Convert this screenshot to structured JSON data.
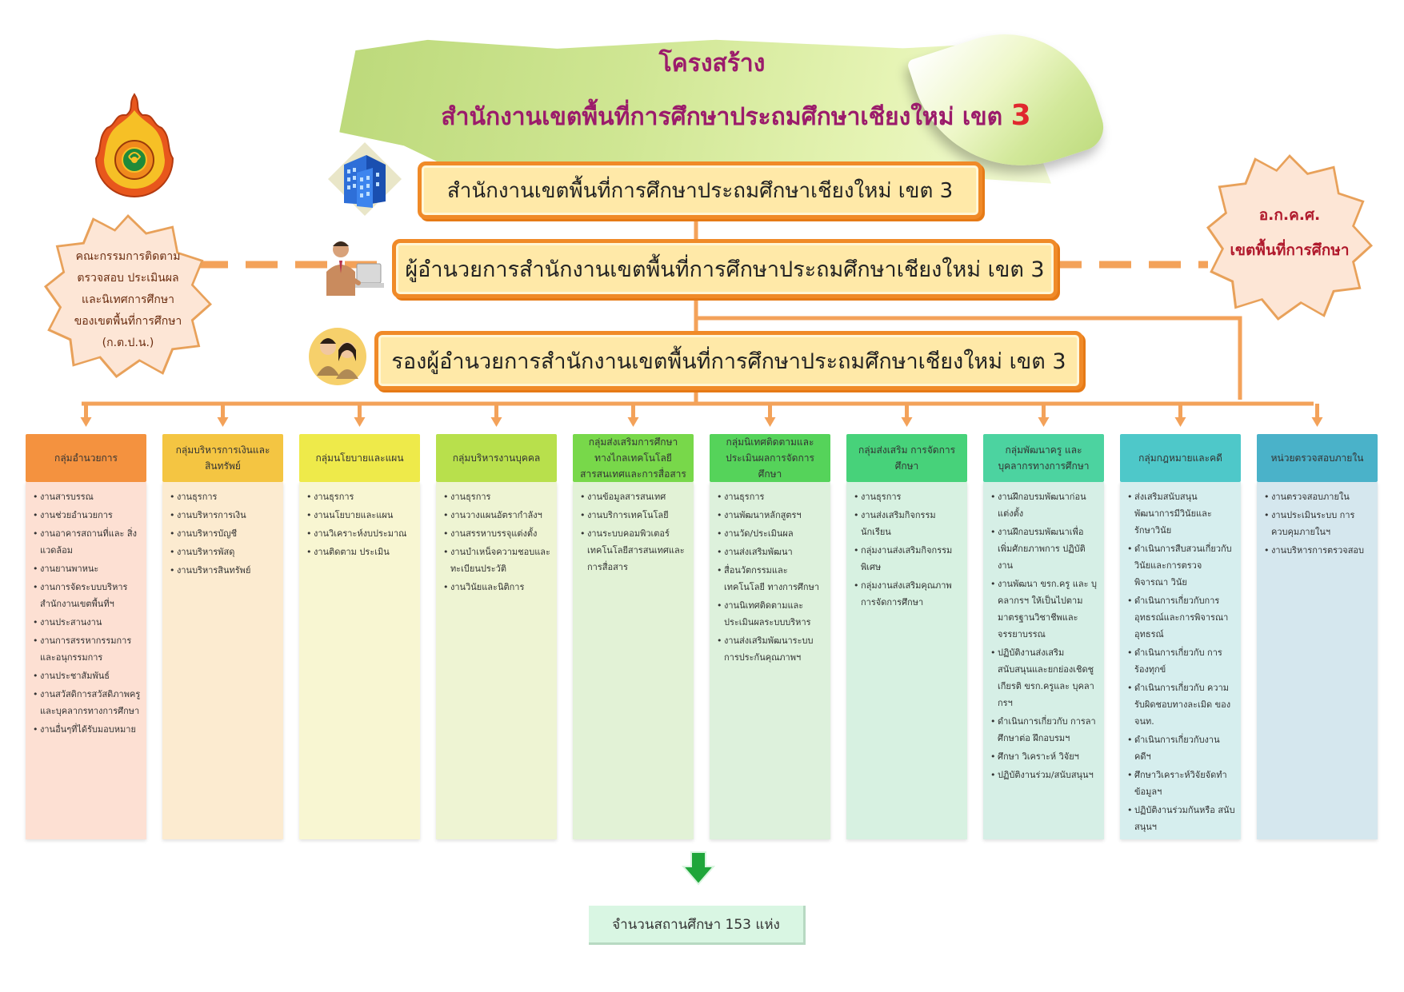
{
  "title": {
    "line1": "โครงสร้าง",
    "line2_text": "สำนักงานเขตพื้นที่การศึกษาประถมศึกษาเชียงใหม่ เขต ",
    "line2_num": "3"
  },
  "office": "สำนักงานเขตพื้นที่การศึกษาประถมศึกษาเชียงใหม่ เขต 3",
  "director": "ผู้อำนวยการสำนักงานเขตพื้นที่การศึกษาประถมศึกษาเชียงใหม่ เขต 3",
  "deputy": "รองผู้อำนวยการสำนักงานเขตพื้นที่การศึกษาประถมศึกษาเชียงใหม่ เขต 3",
  "left_committee": [
    "คณะกรรมการติดตาม",
    "ตรวจสอบ ประเมินผล",
    "และนิเทศการศึกษา",
    "ของเขตพื้นที่การศึกษา",
    "(ก.ต.ป.น.)"
  ],
  "right_committee": [
    "อ.ก.ค.ศ.",
    "เขตพื้นที่การศึกษา"
  ],
  "groups": [
    {
      "header": "กลุ่มอำนวยการ",
      "header_color": "#f4923f",
      "body_color": "#fde0d3",
      "items": [
        "งานสารบรรณ",
        "งานช่วยอำนวยการ",
        "งานอาคารสถานที่และ สิ่งแวดล้อม",
        "งานยานพาหนะ",
        "งานการจัดระบบบริหาร สำนักงานเขตพื้นที่ฯ",
        "งานประสานงาน",
        "งานการสรรหากรรมการ และอนุกรรมการ",
        "งานประชาสัมพันธ์",
        "งานสวัสดิการสวัสดิภาพครู และบุคลากรทางการศึกษา",
        "งานอื่นๆที่ได้รับมอบหมาย"
      ]
    },
    {
      "header": "กลุ่มบริหารการเงินและสินทรัพย์",
      "header_color": "#f4c542",
      "body_color": "#fcebd0",
      "items": [
        "งานธุรการ",
        "งานบริหารการเงิน",
        "งานบริหารบัญชี",
        "งานบริหารพัสดุ",
        "งานบริหารสินทรัพย์"
      ]
    },
    {
      "header": "กลุ่มนโยบายและแผน",
      "header_color": "#eeea4a",
      "body_color": "#f8f6d2",
      "items": [
        "งานธุรการ",
        "งานนโยบายและแผน",
        "งานวิเคราะห์งบประมาณ",
        "งานติดตาม ประเมิน"
      ]
    },
    {
      "header": "กลุ่มบริหารงานบุคคล",
      "header_color": "#b8e04c",
      "body_color": "#eef4d3",
      "items": [
        "งานธุรการ",
        "งานวางแผนอัตรากำลังฯ",
        "งานสรรหาบรรจุแต่งตั้ง",
        "งานบำเหน็จความชอบและ ทะเบียนประวัติ",
        "งานวินัยและนิติการ"
      ]
    },
    {
      "header": "กลุ่มส่งเสริมการศึกษา ทางไกลเทคโนโลยี สารสนเทศและการสื่อสาร",
      "header_color": "#78d84a",
      "body_color": "#e2f2d6",
      "items": [
        "งานข้อมูลสารสนเทศ",
        "งานบริการเทคโนโลยี",
        "งานระบบคอมพิวเตอร์ เทคโนโลยีสารสนเทศและ การสื่อสาร"
      ]
    },
    {
      "header": "กลุ่มนิเทศติดตามและ ประเมินผลการจัดการศึกษา",
      "header_color": "#55d35a",
      "body_color": "#ddf1dc",
      "items": [
        "งานธุรการ",
        "งานพัฒนาหลักสูตรฯ",
        "งานวัด/ประเมินผล",
        "งานส่งเสริมพัฒนา",
        "สื่อนวัตกรรมและเทคโนโลยี ทางการศึกษา",
        "งานนิเทศติดตามและ ประเมินผลระบบบริหาร",
        "งานส่งเสริมพัฒนาระบบ การประกันคุณภาพฯ"
      ]
    },
    {
      "header": "กลุ่มส่งเสริม การจัดการศึกษา",
      "header_color": "#47d27a",
      "body_color": "#d7f1e1",
      "items": [
        "งานธุรการ",
        "งานส่งเสริมกิจกรรม นักเรียน",
        "กลุ่มงานส่งเสริมกิจกรรม พิเศษ",
        "กลุ่มงานส่งเสริมคุณภาพ การจัดการศึกษา"
      ]
    },
    {
      "header": "กลุ่มพัฒนาครู และบุคลากรทางการศึกษา",
      "header_color": "#4cd3a0",
      "body_color": "#d6efe6",
      "items": [
        "งานฝึกอบรมพัฒนาก่อน แต่งตั้ง",
        "งานฝึกอบรมพัฒนาเพื่อ เพิ่มศักยภาพการ ปฏิบัติงาน",
        "งานพัฒนา ขรก.ครู และ บุคลากรฯ ให้เป็นไปตาม มาตรฐานวิชาชีพและ จรรยาบรรณ",
        "ปฏิบัติงานส่งเสริม สนับสนุนและยกย่องเชิดชู เกียรติ ขรก.ครูและ บุคลากรฯ",
        "ดำเนินการเกี่ยวกับ การลาศึกษาต่อ ฝึกอบรมฯ",
        "ศึกษา วิเคราะห์ วิจัยฯ",
        "ปฏิบัติงานร่วม/สนับสนุนฯ"
      ]
    },
    {
      "header": "กลุ่มกฎหมายและคดี",
      "header_color": "#4ec8c9",
      "body_color": "#d6eeee",
      "items": [
        "ส่งเสริมสนับสนุน พัฒนาการมีวินัยและ รักษาวินัย",
        "ดำเนินการสืบสวนเกี่ยวกับ วินัยและการตรวจพิจารณา วินัย",
        "ดำเนินการเกี่ยวกับการ อุทธรณ์และการพิจารณา อุทธรณ์",
        "ดำเนินการเกี่ยวกับ การร้องทุกข์",
        "ดำเนินการเกี่ยวกับ ความรับผิดชอบทางละเมิด ของ จนท.",
        "ดำเนินการเกี่ยวกับงานคดีฯ",
        "ศึกษาวิเคราะห์วิจัยจัดทำ ข้อมูลฯ",
        "ปฏิบัติงานร่วมกันหรือ สนับสนุนฯ"
      ]
    },
    {
      "header": "หน่วยตรวจสอบภายใน",
      "header_color": "#4ab2c9",
      "body_color": "#d5e7ee",
      "items": [
        "งานตรวจสอบภายใน",
        "งานประเมินระบบ การควบคุมภายในฯ",
        "งานบริหารการตรวจสอบ"
      ]
    }
  ],
  "schools": "จำนวนสถานศึกษา 153 แห่ง"
}
